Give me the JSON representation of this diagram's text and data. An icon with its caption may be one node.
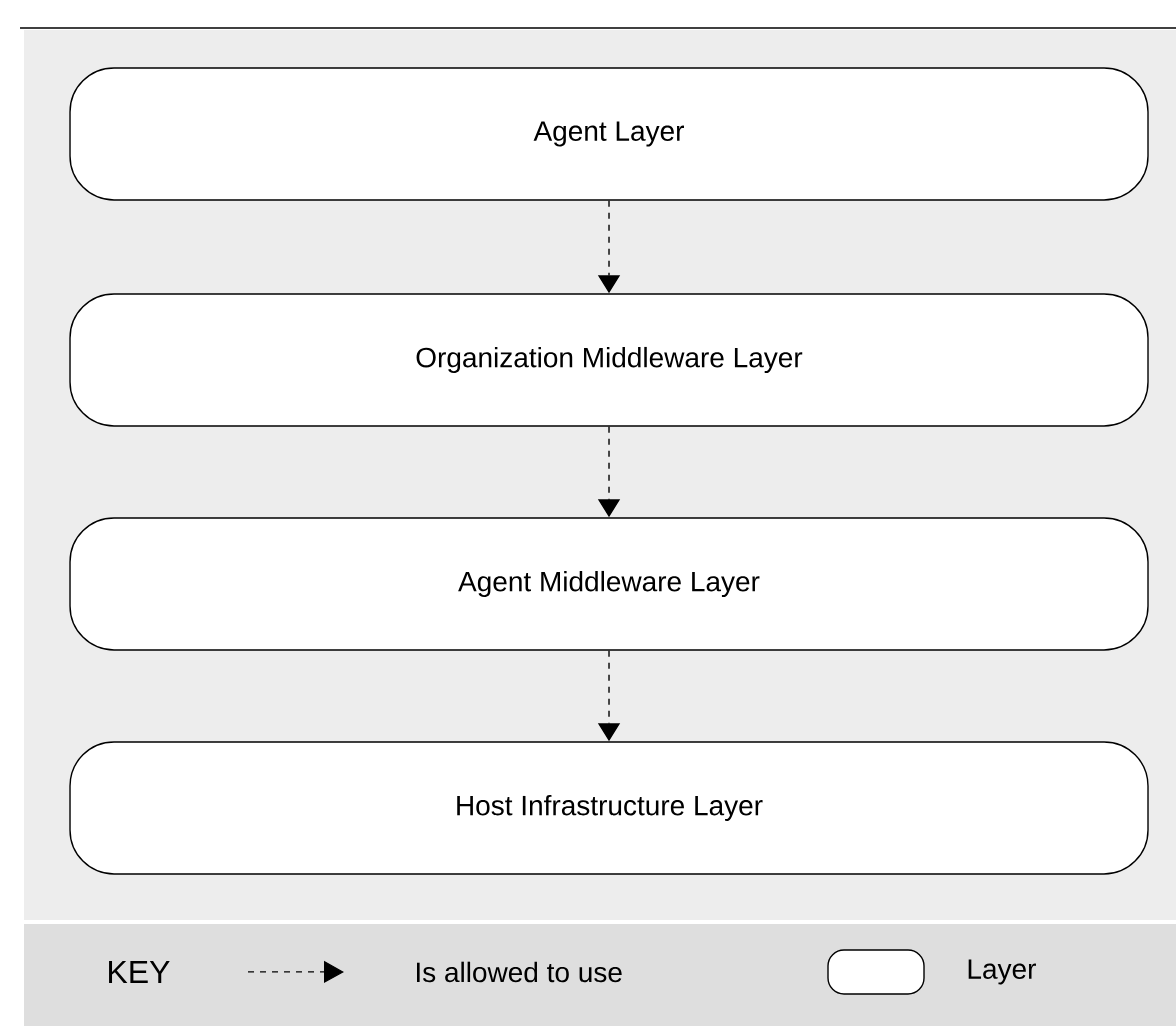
{
  "diagram": {
    "nodes": [
      {
        "text": [
          "Agent Layer"
        ]
      },
      {
        "text": [
          "Organization Middleware Layer"
        ]
      },
      {
        "text": [
          "Agent Middleware Layer"
        ]
      },
      {
        "text": [
          "Host Infrastructure Layer"
        ]
      }
    ],
    "edges": [
      {
        "from": 0,
        "to": 1,
        "arrow": "to",
        "style": "dashed"
      },
      {
        "from": 1,
        "to": 2,
        "arrow": "to",
        "style": "dashed"
      },
      {
        "from": 2,
        "to": 3,
        "arrow": "to",
        "style": "dashed"
      }
    ],
    "labels": [
      "KEY"
    ],
    "legend": [
      {
        "text": "Is allowed to use"
      },
      {
        "text": "Layer"
      }
    ]
  }
}
